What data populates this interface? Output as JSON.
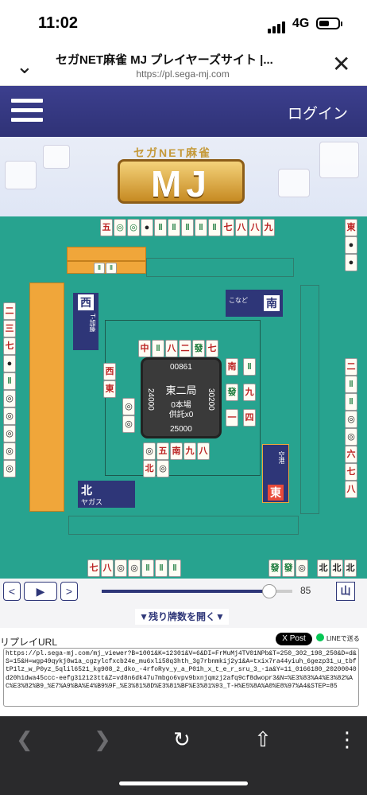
{
  "status": {
    "time": "11:02",
    "network": "4G"
  },
  "browser": {
    "title": "セガNET麻雀 MJ プレイヤーズサイト |...",
    "url": "https://pl.sega-mj.com"
  },
  "site": {
    "login": "ログイン",
    "banner_sub": "セガNET麻雀",
    "logo": "MJ"
  },
  "board": {
    "round": "東二局",
    "honba": "0本場",
    "kyotaku": "供託x0",
    "score_top": "00861",
    "score_bottom": "25000",
    "score_left": "24000",
    "score_right": "30200",
    "players": [
      {
        "wind": "北",
        "name": "ヤガス"
      },
      {
        "wind": "西",
        "name": "T-加藤"
      },
      {
        "wind": "南",
        "name": "こなど"
      },
      {
        "wind": "東",
        "name": "空港"
      }
    ]
  },
  "controls": {
    "prev": "<",
    "play": "▶",
    "next": ">",
    "step": "85",
    "mt": "山"
  },
  "remain_button": "▼残り牌数を開く▼",
  "replay": {
    "label": "リプレイURL",
    "xpost": "X Post",
    "line": "LINEで送る",
    "url": "https://pl.sega-mj.com/mj_viewer?B=1001&K=12301&V=6&DI=FrMuMj4TV01NPb&T=250_302_198_250&D=d&S=15&H=wgp49qykj0w1a_cgzylcfxcb24e_mu6xli58q3hth_3g7rbnmkij2y1&A=txix7ra44yiuh_6gezp31_u_tbftP1lz_w_P0yz_5qlil6521_kg908_2_dko_-4rfoRyv_y_a_P01h_x_t_e_r_sru_3_-1a&Y=11_0166180_20200040d20h1dwa45ccc-eefg312123tt&Z=vd8n6dk47u7mbgo6vpv9bxnjqmzj2afq9cf8dwopr3&N=%E3%83%A4%E3%82%AC%E3%82%B9_%E7%A9%BA%E4%B9%9F_%E3%81%8D%E3%81%BF%E3%81%93_T-H%E5%8A%A0%E8%97%A4&STEP=85"
  }
}
